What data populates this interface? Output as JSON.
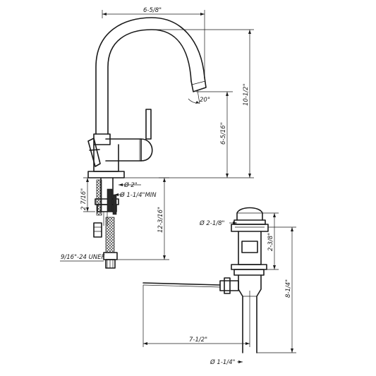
{
  "labels": {
    "spout_reach": "6-5/8\"",
    "overall_height": "10-1/2\"",
    "spout_height": "6-5/16\"",
    "aerator_angle": "20°",
    "base_diameter": "Ø 2\"",
    "hole_min": "Ø 1-1/4\"MIN",
    "deck_thickness": "2 7/16\"",
    "supply_length": "12-3/16\"",
    "thread_spec": "9/16\"-24 UNEF",
    "drain_cap_diameter": "Ø 2-1/8\"",
    "drain_cap_height": "2-3/8\"",
    "drain_overall_height": "8-1/4\"",
    "rod_length": "7-1/2\"",
    "tailpiece_diameter": "Ø 1-1/4\""
  }
}
